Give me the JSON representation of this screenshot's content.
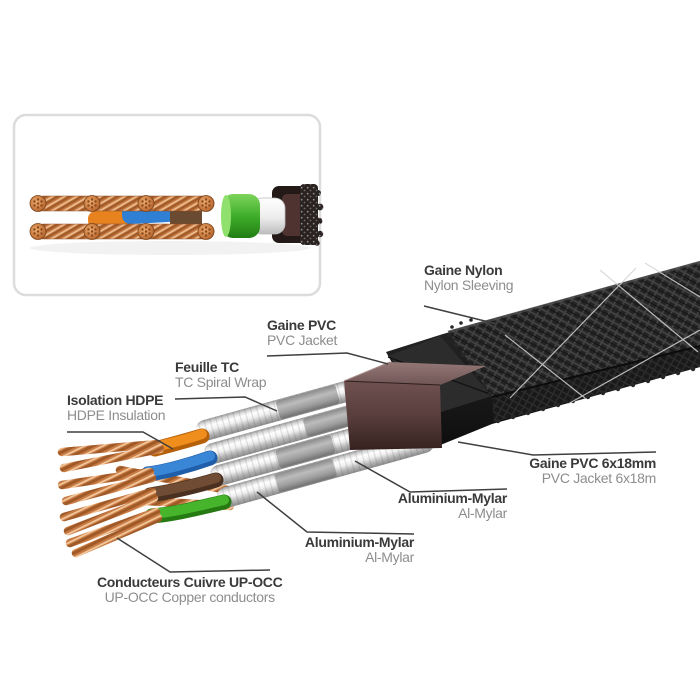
{
  "figure": {
    "type": "cable-construction-diagram",
    "description": "Exploded view of flat Ethernet cable layers with bilingual callouts",
    "inset": {
      "content": "cable-cross-section-closeup"
    }
  },
  "labels": {
    "nylon": {
      "fr": "Gaine Nylon",
      "en": "Nylon Sleeving"
    },
    "pvc": {
      "fr": "Gaine PVC",
      "en": "PVC Jacket"
    },
    "tc": {
      "fr": "Feuille TC",
      "en": "TC Spiral Wrap"
    },
    "hdpe": {
      "fr": "Isolation HDPE",
      "en": "HDPE Insulation"
    },
    "pvc618": {
      "fr": "Gaine PVC 6x18mm",
      "en": "PVC Jacket 6x18m"
    },
    "almylar1": {
      "fr": "Aluminium-Mylar",
      "en": "Al-Mylar"
    },
    "almylar2": {
      "fr": "Aluminium-Mylar",
      "en": "Al-Mylar"
    },
    "copper": {
      "fr": "Conducteurs Cuivre UP-OCC",
      "en": "UP-OCC Copper conductors"
    }
  },
  "colors": {
    "background": "#ffffff",
    "label_primary": "#3a3a3a",
    "label_secondary": "#8d8d8d",
    "leader_line": "#3f3f3f",
    "copper": "#c87b44",
    "wire_orange": "#e8821e",
    "wire_blue": "#2f7fd4",
    "wire_brown": "#6b4a32",
    "wire_green": "#3faf33",
    "foil_silver": "#e9e9e9",
    "tc_wrap_gray": "#a3a3a3",
    "pvc_jacket_brown": "#5d4140",
    "pvc_jacket_black": "#262626",
    "nylon_mesh": "#232323"
  }
}
